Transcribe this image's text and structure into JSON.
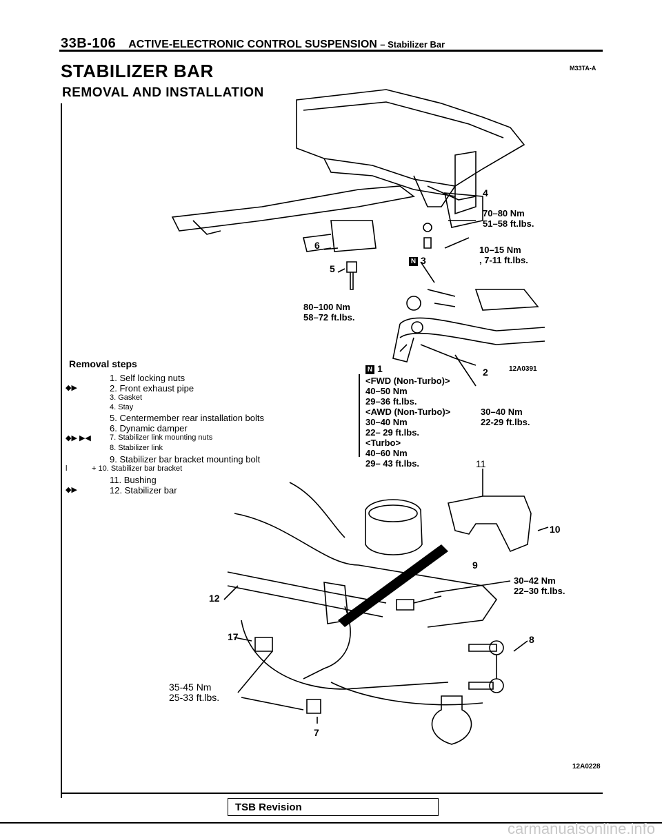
{
  "header": {
    "code": "33B-106",
    "title": "ACTIVE-ELECTRONIC CONTROL SUSPENSION",
    "subtitle": "– Stabilizer Bar"
  },
  "section": {
    "title": "STABILIZER BAR",
    "code": "M33TA-A",
    "subtitle": "REMOVAL AND INSTALLATION"
  },
  "removal": {
    "title": "Removal steps",
    "steps": [
      {
        "mark": "",
        "text": "1. Self locking nuts"
      },
      {
        "mark": "◆▶",
        "text": "2. Front exhaust pipe"
      },
      {
        "mark": "",
        "text": "3. Gasket"
      },
      {
        "mark": "",
        "text": "4. Stay"
      },
      {
        "mark": "",
        "text": "5. Centermember rear installation bolts"
      },
      {
        "mark": "",
        "text": "6. Dynamic damper"
      },
      {
        "mark": "◆▶ ▶◀",
        "text": "7. Stabilizer link mounting nuts"
      },
      {
        "mark": "",
        "text": "8. Stabilizer link"
      },
      {
        "mark": "",
        "text": "9. Stabilizer bar bracket mounting bolt"
      },
      {
        "mark": "l",
        "text": "+ 10. Stabilizer bar bracket"
      },
      {
        "mark": "",
        "text": "11. Bushing"
      },
      {
        "mark": "◆▶",
        "text": "12. Stabilizer bar"
      }
    ]
  },
  "torques": {
    "t1_nm": "70–80 Nm",
    "t1_ft": "51–58 ft.lbs.",
    "t2_nm": "10–15 Nm",
    "t2_ft": ", 7-11 ft.lbs.",
    "t3_nm": "80–100 Nm",
    "t3_ft": "58–72 ft.lbs.",
    "fwd_label": "<FWD (Non-Turbo)>",
    "fwd_nm": "40–50 Nm",
    "fwd_ft": "29–36 ft.lbs.",
    "awd_label": "<AWD (Non-Turbo)>",
    "awd_nm": "30–40 Nm",
    "awd_ft": "22– 29 ft.lbs.",
    "turbo_label": "<Turbo>",
    "turbo_nm": "40–60 Nm",
    "turbo_ft": "29– 43 ft.lbs.",
    "t2b_nm": "30–40 Nm",
    "t2b_ft": "22-29 ft.lbs.",
    "t9_nm": "30–42 Nm",
    "t9_ft": "22–30 ft.lbs.",
    "t7_nm": "35-45 Nm",
    "t7_ft": "25-33 ft.lbs."
  },
  "callouts": {
    "c1": "1",
    "c2": "2",
    "c3": "3",
    "c4": "4",
    "c5": "5",
    "c6": "6",
    "c7a": "17",
    "c7b": "7",
    "c8": "8",
    "c9": "9",
    "c10": "10",
    "c11": "11",
    "c12": "12",
    "n_badge": "N"
  },
  "figure_codes": {
    "top": "12A0391",
    "bottom": "12A0228"
  },
  "footer": {
    "label": "TSB Revision"
  },
  "watermark": "carmanualsonline.info"
}
